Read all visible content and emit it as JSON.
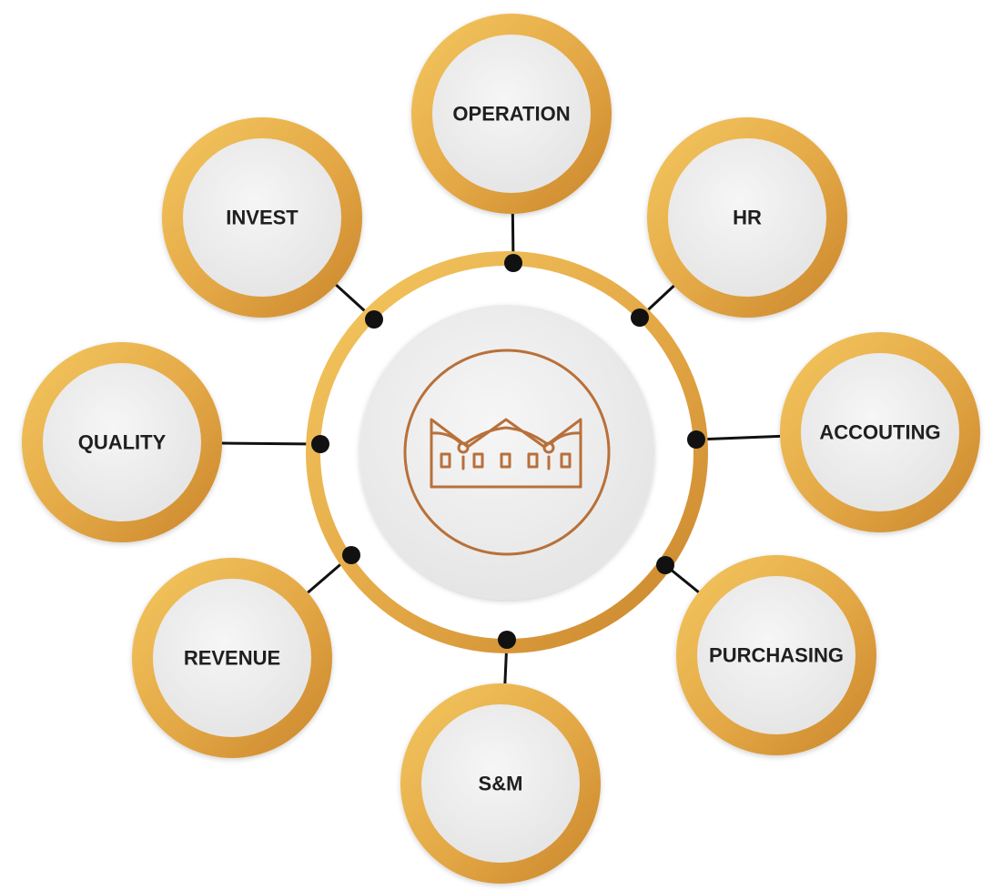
{
  "diagram": {
    "hub": {
      "logo_icon": "crown-building-icon"
    },
    "nodes": [
      {
        "key": "operation",
        "label": "OPERATION"
      },
      {
        "key": "hr",
        "label": "HR"
      },
      {
        "key": "accouting",
        "label": "ACCOUTING"
      },
      {
        "key": "purchasing",
        "label": "PURCHASING"
      },
      {
        "key": "sm",
        "label": "S&M"
      },
      {
        "key": "revenue",
        "label": "REVENUE"
      },
      {
        "key": "quality",
        "label": "QUALITY"
      },
      {
        "key": "invest",
        "label": "INVEST"
      }
    ]
  },
  "colors": {
    "gold_light": "#f2c45a",
    "gold_dark": "#c98a2c",
    "node_fill": "#ececec",
    "connector": "#111111",
    "logo_stroke": "#b8703a",
    "hub_fill": "#ececec"
  }
}
